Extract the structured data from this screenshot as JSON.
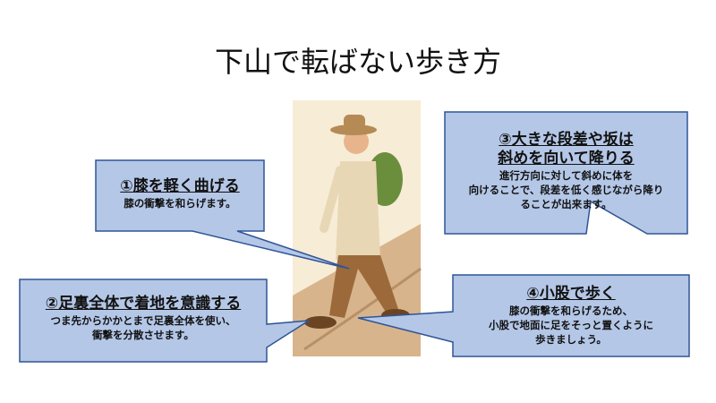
{
  "title": "下山で転ばない歩き方",
  "callouts": [
    {
      "heading": "①膝を軽く曲げる",
      "body": [
        "膝の衝撃を和らげます。"
      ]
    },
    {
      "heading": "②足裏全体で着地を意識する",
      "body": [
        "つま先からかかとまで足裏全体を使い、",
        "衝撃を分散させます。"
      ]
    },
    {
      "heading": [
        "③大きな段差や坂は",
        "斜めを向いて降りる"
      ],
      "body": [
        "進行方向に対して斜めに体を",
        "向けることで、段差を低く感じながら降り",
        "ることが出来ます。"
      ]
    },
    {
      "heading": "④小股で歩く",
      "body": [
        "膝の衝撃を和らげるため、",
        "小股で地面に足をそっと置くように",
        "歩きましょう。"
      ]
    }
  ],
  "colors": {
    "callout_fill": "#b4c7e7",
    "callout_border": "#2f5597",
    "image_bg": "#f7ecd6"
  }
}
